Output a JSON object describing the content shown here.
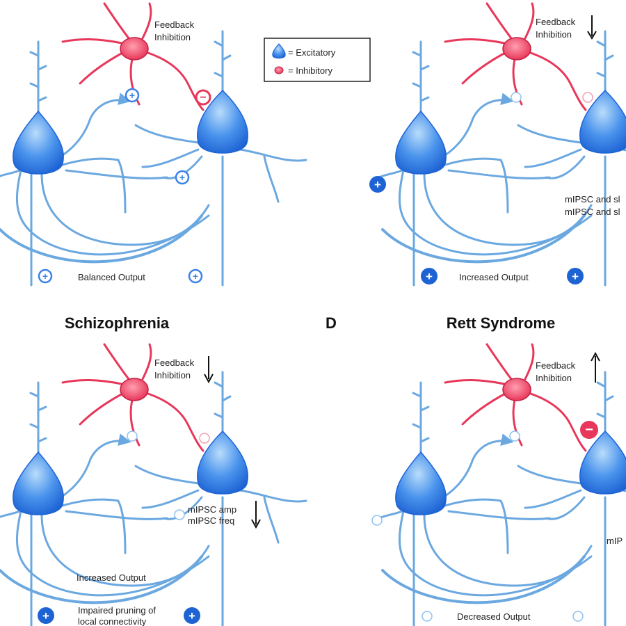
{
  "legend": {
    "excitatory": "= Excitatory",
    "inhibitory": "= Inhibitory"
  },
  "panels": [
    {
      "heading": "",
      "feedback_line1": "Feedback",
      "feedback_line2": "Inhibition",
      "feedback_arrow": "none",
      "output": "Balanced Output",
      "notes": []
    },
    {
      "heading": "",
      "feedback_line1": "Feedback",
      "feedback_line2": "Inhibition",
      "feedback_arrow": "down",
      "output": "Increased Output",
      "notes": [
        "mIPSC and sl",
        "mIPSC and sl"
      ]
    },
    {
      "heading": "Schizophrenia",
      "feedback_line1": "Feedback",
      "feedback_line2": "Inhibition",
      "feedback_arrow": "down",
      "output": "Increased Output",
      "notes": [
        "mIPSC amp",
        "mIPSC freq",
        "Impaired  pruning of",
        "local connectivity"
      ]
    },
    {
      "heading": "Rett Syndrome",
      "feedback_line1": "Feedback",
      "feedback_line2": "Inhibition",
      "feedback_arrow": "up",
      "output": "Decreased Output",
      "notes": [
        "mIP"
      ]
    }
  ],
  "panel_letter": "D",
  "colors": {
    "neuron": "#3b82e8",
    "neuron_light": "#8ec2f2",
    "dendrite": "#6ba8e0",
    "interneuron": "#e8375a",
    "text": "#222222"
  }
}
